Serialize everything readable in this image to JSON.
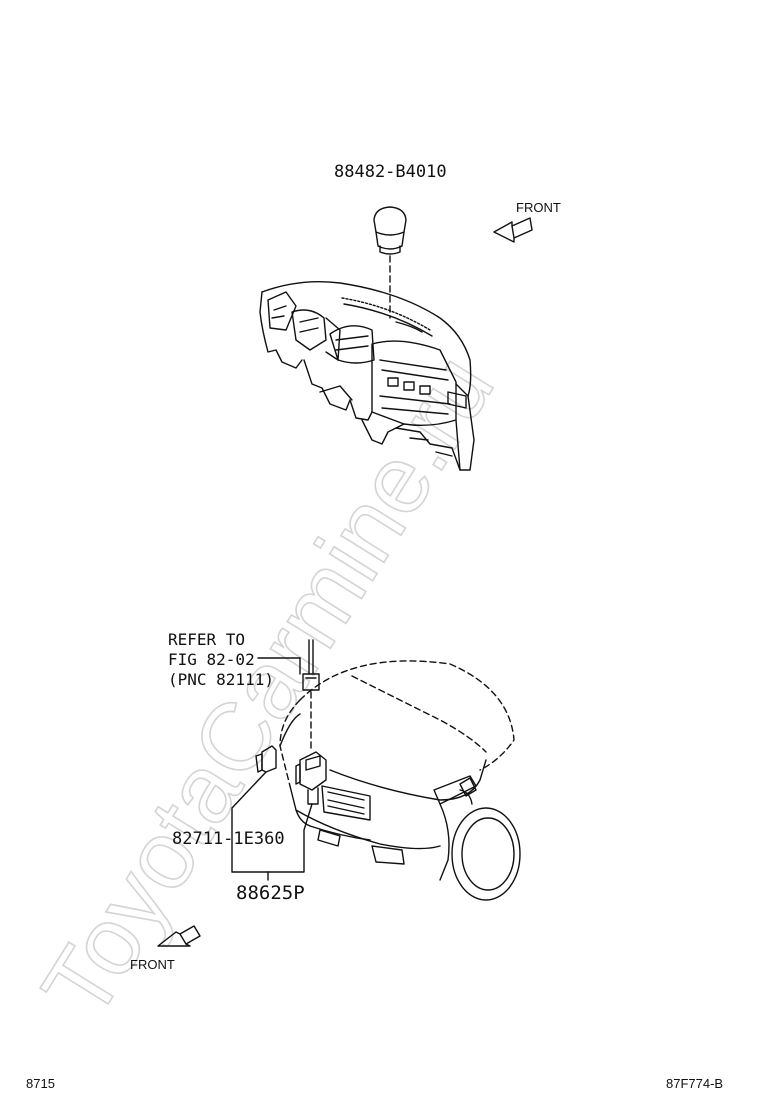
{
  "parts": {
    "top_part": "88482-B4010",
    "clip_part": "82711-1E360",
    "sensor_part": "88625P"
  },
  "refer": {
    "line1": "REFER TO",
    "line2": "FIG 82-02",
    "line3": "(PNC 82111)"
  },
  "front_top": "FRONT",
  "front_bottom": "FRONT",
  "footer": {
    "left": "8715",
    "right": "87F774-B"
  },
  "watermark": "ToyotaCarmine.ru",
  "colors": {
    "line": "#111111",
    "watermark": "#d9d9d9"
  }
}
